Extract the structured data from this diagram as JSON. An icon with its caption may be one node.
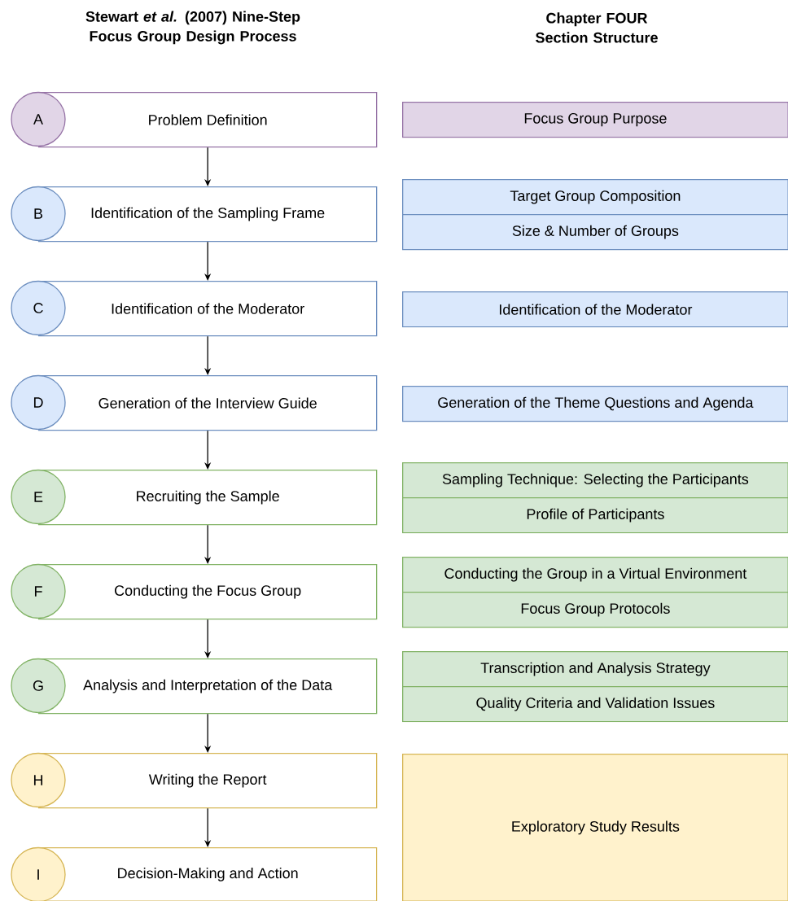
{
  "diagram": {
    "nodes": [
      {
        "text": [
          "A"
        ]
      },
      {
        "text": [
          "Problem Definition"
        ]
      },
      {
        "text": [
          "Focus Group Purpose"
        ]
      },
      {
        "text": [
          "B"
        ]
      },
      {
        "text": [
          "Identification of the Sampling Frame"
        ]
      },
      {
        "text": [
          "Target Group Composition"
        ]
      },
      {
        "text": [
          "Size & Number of Groups"
        ]
      },
      {
        "text": [
          "C"
        ]
      },
      {
        "text": [
          "Identification of the Moderator"
        ]
      },
      {
        "text": [
          "Identification of the Moderator"
        ]
      },
      {
        "text": [
          "D"
        ]
      },
      {
        "text": [
          "Generation of the Interview Guide"
        ]
      },
      {
        "text": [
          "Generation of the Theme Questions and Agenda"
        ]
      },
      {
        "text": [
          "E"
        ]
      },
      {
        "text": [
          "Recruiting the Sample"
        ]
      },
      {
        "text": [
          "Sampling Technique: Selecting the Participants"
        ]
      },
      {
        "text": [
          "Profile of Participants"
        ]
      },
      {
        "text": [
          "F"
        ]
      },
      {
        "text": [
          "Conducting the Focus Group"
        ]
      },
      {
        "text": [
          "Conducting the Group in a Virtual Environment"
        ]
      },
      {
        "text": [
          "Focus Group Protocols"
        ]
      },
      {
        "text": [
          "G"
        ]
      },
      {
        "text": [
          "Analysis and Interpretation of the Data"
        ]
      },
      {
        "text": [
          "Transcription and Analysis Strategy"
        ]
      },
      {
        "text": [
          "Quality Criteria and Validation Issues"
        ]
      },
      {
        "text": [
          "H"
        ]
      },
      {
        "text": [
          "Writing the Report"
        ]
      },
      {
        "text": [
          "Exploratory Study Results"
        ]
      },
      {
        "text": [
          "I"
        ]
      },
      {
        "text": [
          "Decision-Making and Action"
        ]
      }
    ],
    "edges": [
      {
        "from": 1,
        "to": 4,
        "arrow": "to"
      },
      {
        "from": 4,
        "to": 8,
        "arrow": "to"
      },
      {
        "from": 8,
        "to": 11,
        "arrow": "to"
      },
      {
        "from": 11,
        "to": 14,
        "arrow": "to"
      },
      {
        "from": 14,
        "to": 18,
        "arrow": "to"
      },
      {
        "from": 18,
        "to": 22,
        "arrow": "to"
      },
      {
        "from": 22,
        "to": 26,
        "arrow": "to"
      },
      {
        "from": 26,
        "to": 29,
        "arrow": "to"
      }
    ],
    "labels": [
      "Stewart *et al.* (2007) Nine-Step Focus Group Design Process",
      "Chapter FOUR Section Structure"
    ]
  }
}
